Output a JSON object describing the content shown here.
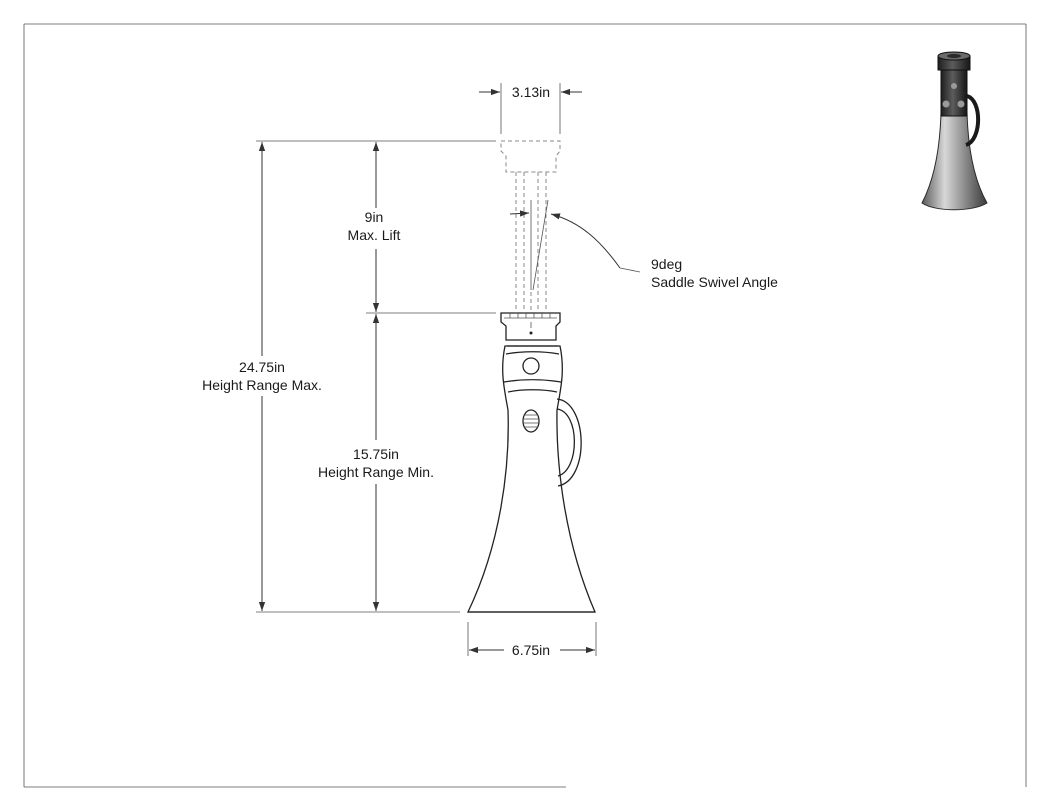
{
  "drawing": {
    "dimensions": {
      "saddle_width": "3.13in",
      "max_lift": "9in",
      "max_lift_label": "Max. Lift",
      "swivel_angle": "9deg",
      "swivel_angle_label": "Saddle Swivel Angle",
      "height_max": "24.75in",
      "height_max_label": "Height Range Max.",
      "height_min": "15.75in",
      "height_min_label": "Height Range Min.",
      "base_width": "6.75in"
    },
    "colors": {
      "line": "#333333",
      "hidden_line": "#888888",
      "thumbnail_dark": "#2b2b2b",
      "thumbnail_light": "#bdbdbd"
    }
  }
}
